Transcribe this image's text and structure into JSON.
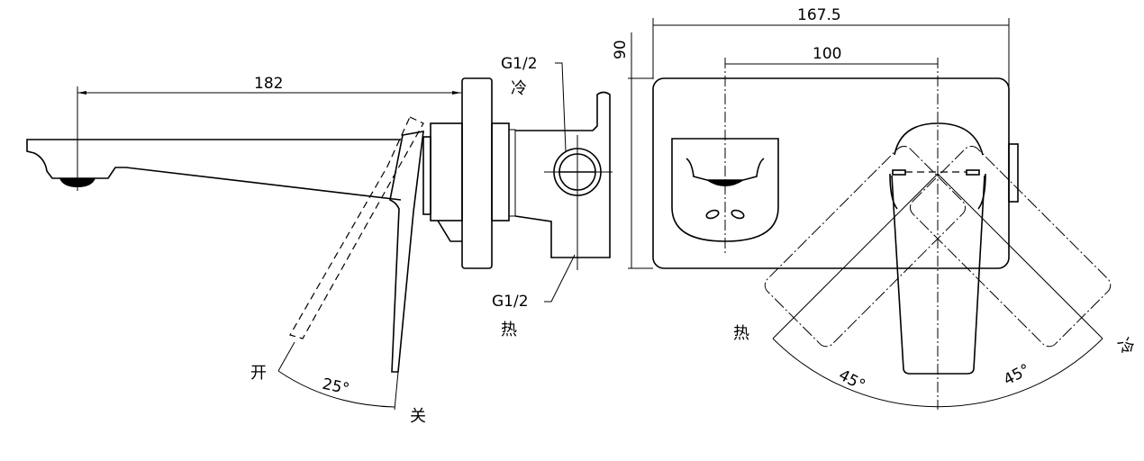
{
  "side_view": {
    "spout_length": "182",
    "angle": "25°",
    "open_label": "开",
    "closed_label": "关",
    "cold_inlet_thread": "G1/2",
    "cold_label": "冷",
    "hot_inlet_thread": "G1/2",
    "hot_label": "热"
  },
  "front_view": {
    "plate_width": "167.5",
    "center_distance": "100",
    "plate_height": "90",
    "hot_angle": "45°",
    "cold_angle": "45°",
    "hot_label": "热",
    "cold_label": "冷"
  }
}
